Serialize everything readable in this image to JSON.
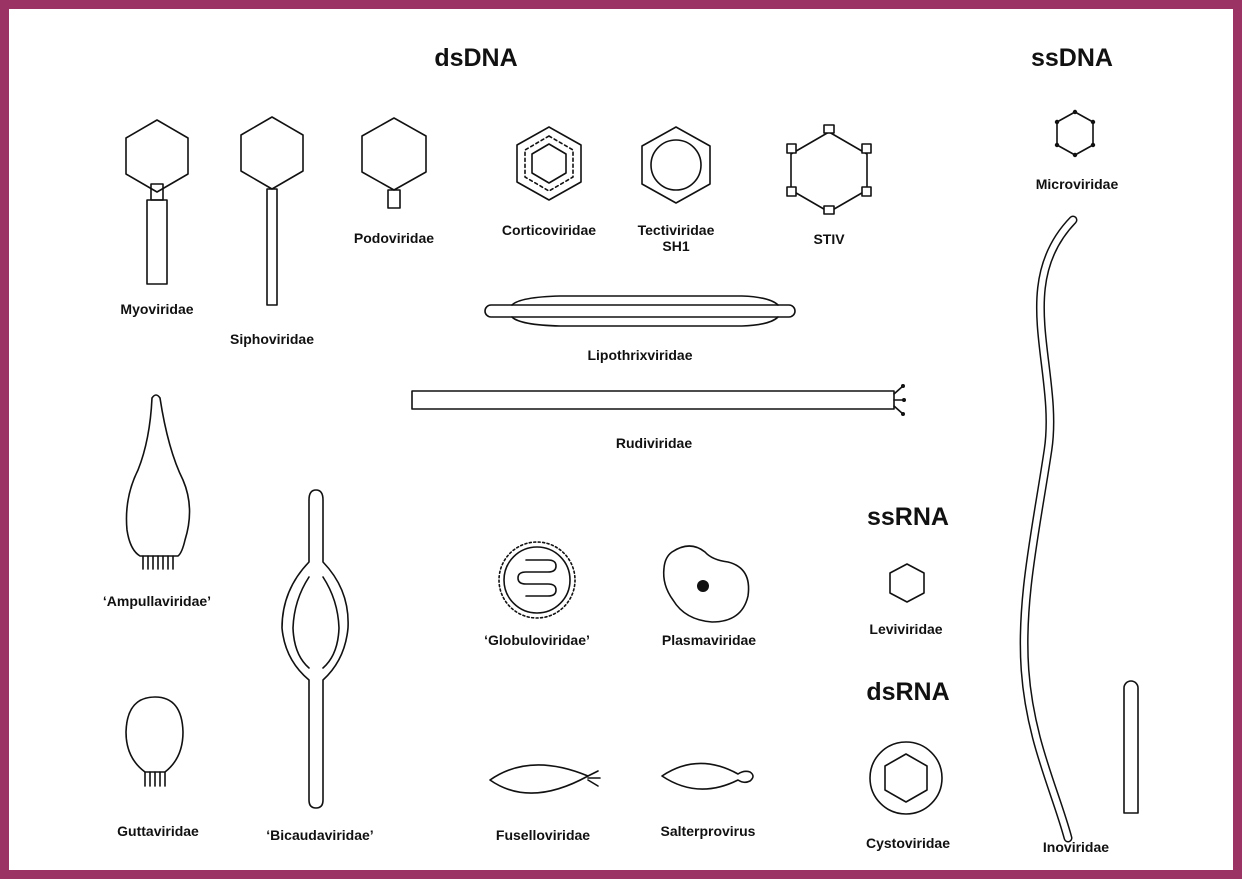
{
  "headings": {
    "dsdna": "dsDNA",
    "ssdna": "ssDNA",
    "ssrna": "ssRNA",
    "dsrna": "dsRNA"
  },
  "labels": {
    "myoviridae": "Myoviridae",
    "siphoviridae": "Siphoviridae",
    "podoviridae": "Podoviridae",
    "corticoviridae": "Corticoviridae",
    "tectiviridae": "Tectiviridae",
    "sh1": "SH1",
    "stiv": "STIV",
    "microviridae": "Microviridae",
    "lipothrixviridae": "Lipothrixviridae",
    "rudiviridae": "Rudiviridae",
    "ampullaviridae": "‘Ampullaviridae’",
    "globuloviridae": "‘Globuloviridae’",
    "plasmaviridae": "Plasmaviridae",
    "leviviridae": "Leviviridae",
    "guttaviridae": "Guttaviridae",
    "bicaudaviridae": "‘Bicaudaviridae’",
    "fuselloviridae": "Fuselloviridae",
    "salterprovirus": "Salterprovirus",
    "cystoviridae": "Cystoviridae",
    "inoviridae": "Inoviridae"
  },
  "colors": {
    "frame": "#9b3465",
    "ink": "#111111",
    "background": "#ffffff"
  }
}
